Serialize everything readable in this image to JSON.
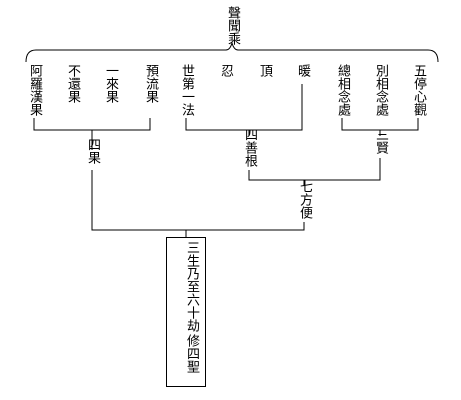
{
  "top": {
    "label": "聲聞乘"
  },
  "fruits": {
    "arhat": "阿羅漢果",
    "anagami": "不還果",
    "sakadagami": "一來果",
    "sotapanna": "預流果"
  },
  "roots": {
    "world_first": "世第一法",
    "patience": "忍",
    "summit": "頂",
    "warmth": "暖"
  },
  "mindfulness": {
    "general": "總相念處",
    "specific": "別相念處",
    "five_stopping": "五停心觀"
  },
  "groups": {
    "four_fruits": "四果",
    "four_roots": "四善根",
    "three_wise": "三賢",
    "seven_expedients": "七方便"
  },
  "box": {
    "line1": "三生乃至六十劫",
    "line2": "修四聖"
  }
}
